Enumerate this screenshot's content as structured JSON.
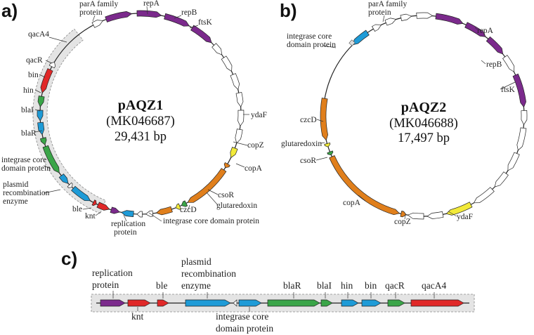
{
  "panels": {
    "a": "a)",
    "b": "b)",
    "c": "c)"
  },
  "plasmid_a": {
    "name": "pAQZ1",
    "accession": "(MK046687)",
    "size": "29,431 bp"
  },
  "plasmid_b": {
    "name": "pAQZ2",
    "accession": "(MK046688)",
    "size": "17,497 bp"
  },
  "labels_a": {
    "parA_1": "parA family",
    "parA_2": "protein",
    "repA": "repA",
    "repB": "repB",
    "ftsK": "ftsK",
    "qacA4": "qacA4",
    "qacR": "qacR",
    "bin": "bin",
    "hin": "hin",
    "blaI": "blaI",
    "blaR": "blaR",
    "integrase_1": "integrase core",
    "integrase_2": "domain protein",
    "plasmid_1": "plasmid",
    "plasmid_2": "recombination",
    "plasmid_3": "enzyme",
    "ble": "ble",
    "knt": "knt",
    "replication_1": "replication",
    "replication_2": "protein",
    "integrase_long": "integrase core domain protein",
    "czcD": "czcD",
    "csoR": "csoR",
    "glutaredoxin": "glutaredoxin",
    "copA": "copA",
    "copZ": "copZ",
    "ydaF": "ydaF"
  },
  "labels_b": {
    "parA_1": "parA family",
    "parA_2": "protein",
    "repA": "repA",
    "repB": "repB",
    "ftsK": "ftsK",
    "integrase_1": "integrase core",
    "integrase_2": "domain protein",
    "czcD": "czcD",
    "glutaredoxin": "glutaredoxin",
    "csoR": "csoR",
    "copA": "copA",
    "copZ": "copZ",
    "ydaF": "ydaF"
  },
  "labels_c": {
    "replication_1": "replication",
    "replication_2": "protein",
    "knt": "knt",
    "ble": "ble",
    "plasmid_1": "plasmid",
    "plasmid_2": "recombination",
    "plasmid_3": "enzyme",
    "integrase_1": "integrase core",
    "integrase_2": "domain protein",
    "blaR": "blaR",
    "blaI": "blaI",
    "hin": "hin",
    "bin": "bin",
    "qacR": "qacR",
    "qacA4": "qacA4"
  },
  "colors": {
    "purple": "#7b2a8c",
    "red": "#e02828",
    "blue": "#1e9bd7",
    "green": "#3aa548",
    "orange": "#e07f1c",
    "yellow": "#f2ea3a",
    "white": "#ffffff",
    "highlight": "#e4e4e4"
  }
}
